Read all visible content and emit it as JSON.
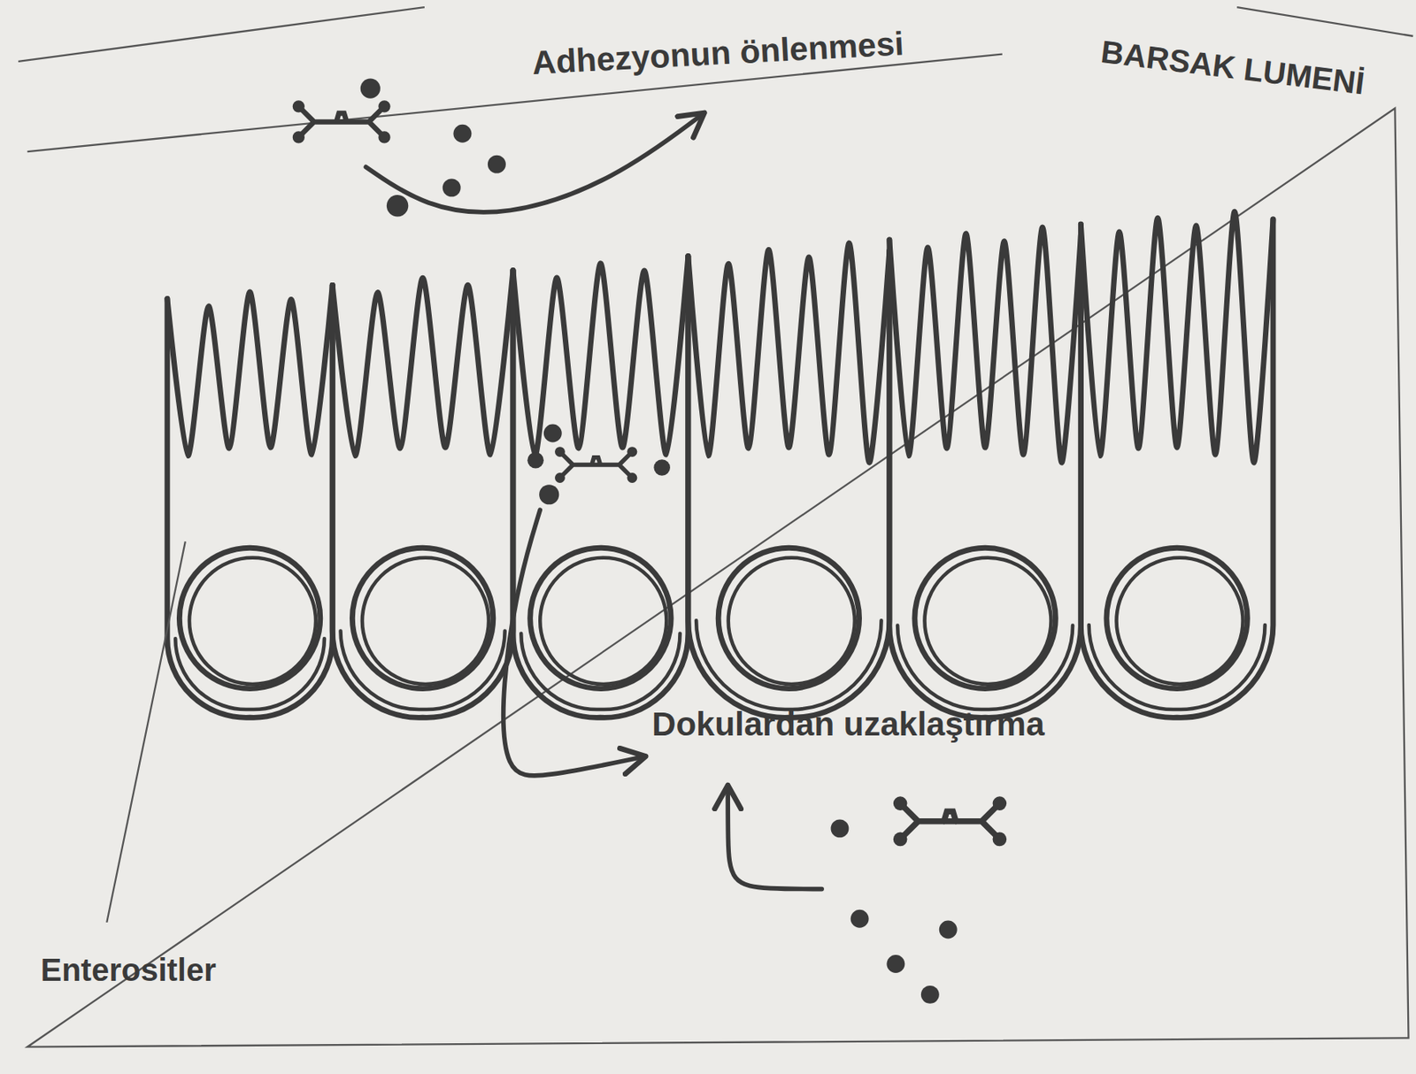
{
  "diagram": {
    "labels": [
      "Adhezyonun önlenmesi",
      "BARSAK LUMENİ",
      "Dokulardan uzaklaştırma",
      "Enterositler"
    ]
  }
}
